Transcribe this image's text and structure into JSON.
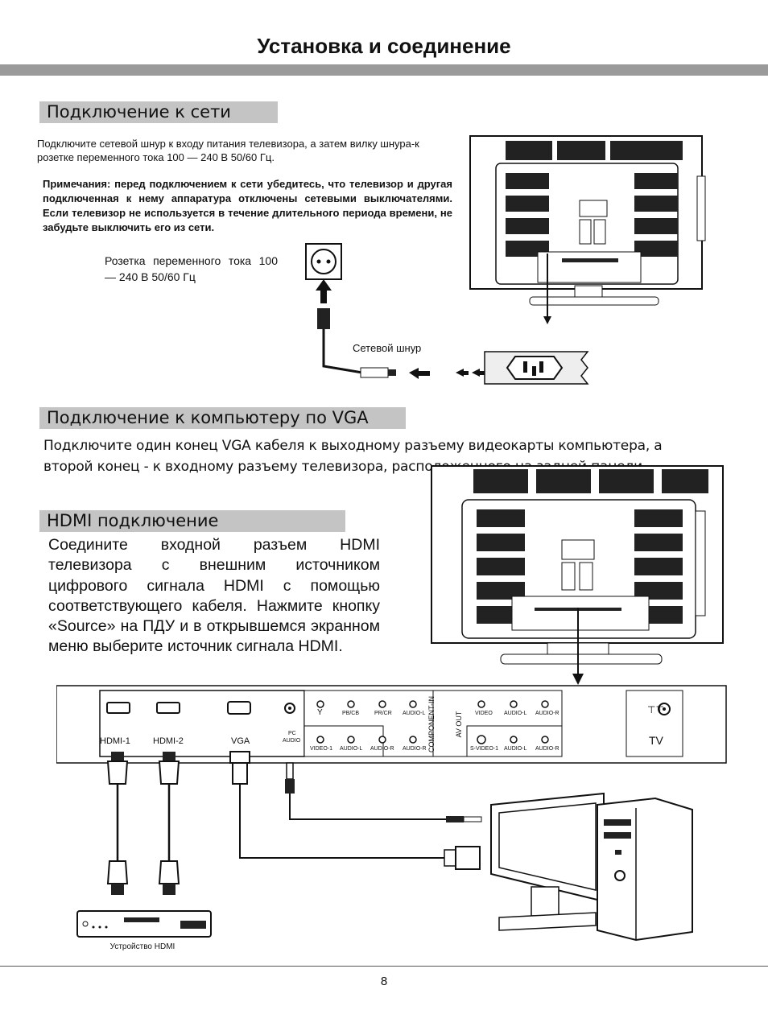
{
  "page_title": "Установка и соединение",
  "sections": [
    {
      "heading": "Подключение к сети"
    },
    {
      "heading": "Подключение к компьютеру по VGA"
    },
    {
      "heading": "HDMI подключение"
    }
  ],
  "power": {
    "text": "Подключите сетевой шнур к входу питания телевизора, а затем  вилку шнура-к розетке переменного тока  100 — 240 В 50/60 Гц.",
    "note": "Примечания: перед подключением к сети убедитесь, что телевизор и другая подключенная к нему аппаратура отключены сетевыми выключателями. Если телевизор не используется в течение длительного периода времени, не забудьте выключить его из сети.",
    "outlet_label": "Розетка  переменного  тока 100 — 240 В 50/60 Гц",
    "cord_label": "Сетевой шнур"
  },
  "vga": {
    "text": "Подключите один конец VGA кабеля к выходному разъему видеокарты компьютера, а второй конец - к входному разъему телевизора, расположенного на задней панели."
  },
  "hdmi": {
    "text": "Соедините входной разъем HDMI телевизора с внешним источником цифрового сигнала HDMI с помощью соответствующего кабеля. Нажмите кнопку «Source» на ПДУ и в открывшемся экранном меню выберите источник сигнала HDMI.",
    "device_label": "Устройство HDMI"
  },
  "panel": {
    "hdmi1": "HDMI-1",
    "hdmi2": "HDMI-2",
    "vga": "VGA",
    "pc_audio_1": "PC",
    "pc_audio_2": "AUDIO",
    "y": "Y",
    "pbcb": "PB/CB",
    "prcr": "PR/CR",
    "audio_l": "AUDIO-L",
    "audio_r": "AUDIO-R",
    "video1": "VIDEO-1",
    "component_in": "COMPONENT-IN",
    "av_out": "AV OUT",
    "video": "VIDEO",
    "svideo1": "S-VIDEO-1",
    "tv": "TV"
  },
  "page_number": "8"
}
